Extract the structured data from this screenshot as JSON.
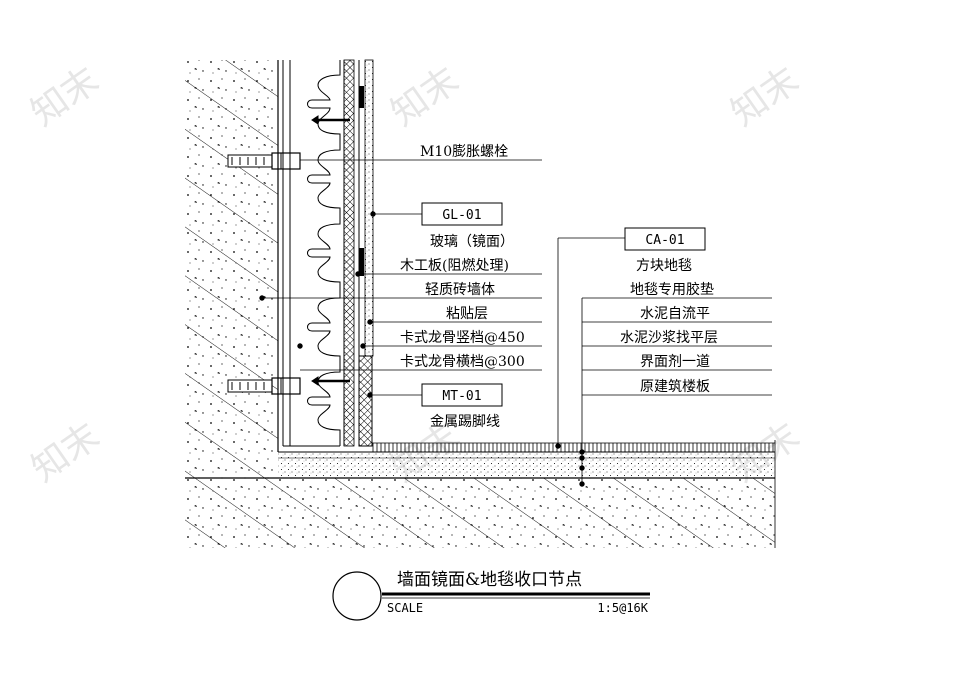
{
  "watermark": "知末",
  "labels": {
    "bolt": "M10膨胀螺栓",
    "gl_tag": "GL-01",
    "glass": "玻璃（镜面）",
    "wood_board": "木工板(阻燃处理)",
    "brick_wall": "轻质砖墙体",
    "adhesive": "粘贴层",
    "keel_vertical": "卡式龙骨竖档@450",
    "keel_horizontal": "卡式龙骨横档@300",
    "mt_tag": "MT-01",
    "metal_skirting": "金属踢脚线",
    "ca_tag": "CA-01",
    "carpet_tile": "方块地毯",
    "carpet_pad": "地毯专用胶垫",
    "self_leveling": "水泥自流平",
    "screed": "水泥沙浆找平层",
    "interface_agent": "界面剂一道",
    "floor_slab": "原建筑楼板"
  },
  "title_block": {
    "title": "墙面镜面&地毯收口节点",
    "scale_label": "SCALE",
    "scale_value": "1:5@16K"
  }
}
